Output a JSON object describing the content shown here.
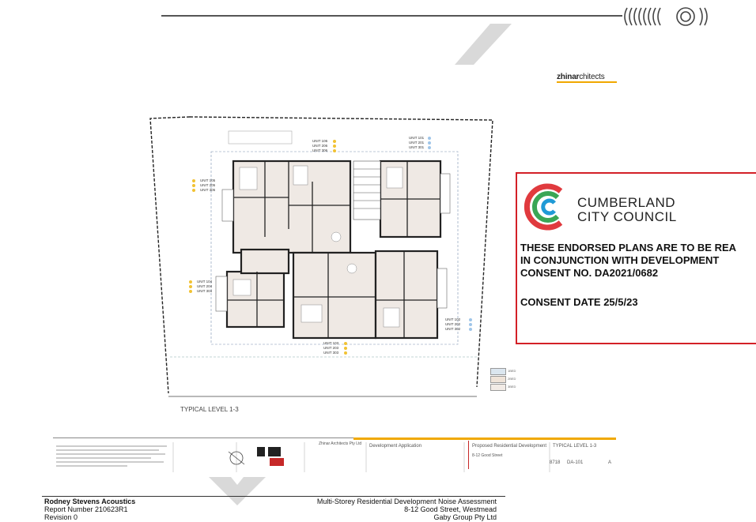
{
  "header": {
    "architect_logo": "zhinarchitects",
    "architect_logo_bold": "zhinar",
    "architect_logo_light": "chitects"
  },
  "plan": {
    "title": "TYPICAL LEVEL 1-3",
    "unit_labels": {
      "top_left": [
        "UNIT 105",
        "UNIT 205",
        "UNIT 305"
      ],
      "top_middle": [
        "UNIT 106",
        "UNIT 206",
        "UNIT 306"
      ],
      "top_right": [
        "UNIT 101",
        "UNIT 201",
        "UNIT 301"
      ],
      "mid_left": [
        "UNIT 104",
        "UNIT 204",
        "UNIT 304"
      ],
      "bottom_right": [
        "UNIT 102",
        "UNIT 202",
        "UNIT 302"
      ],
      "bottom_middle": [
        "UNIT 103",
        "UNIT 203",
        "UNIT 303"
      ]
    },
    "legend": [
      "1BED",
      "2BED",
      "3BED"
    ]
  },
  "stamp": {
    "council_line1": "CUMBERLAND",
    "council_line2": "CITY COUNCIL",
    "endorsement_line1": "THESE ENDORSED PLANS ARE TO BE REA",
    "endorsement_line2": "IN CONJUNCTION WITH DEVELOPMENT",
    "endorsement_line3": "CONSENT NO. DA2021/0682",
    "consent_date": "CONSENT DATE 25/5/23",
    "colors": {
      "border": "#d32027",
      "red": "#e03a3e",
      "green": "#3aa655",
      "blue": "#1f9ad6"
    }
  },
  "titleblock": {
    "stage": "Development Application",
    "project": "Proposed Residential Development",
    "address": "8-12 Good Street",
    "drawing_title": "TYPICAL LEVEL 1-3",
    "drawing_no": "DA-101",
    "job_no": "8718",
    "revision": "A",
    "firm": "Zhinar Architects Pty Ltd"
  },
  "footer": {
    "company": "Rodney Stevens Acoustics",
    "report_number": "Report Number 210623R1",
    "revision": "Revision 0",
    "report_title": "Multi-Storey Residential Development Noise Assessment",
    "site_address": "8-12 Good Street, Westmead",
    "client": "Gaby Group Pty Ltd"
  }
}
